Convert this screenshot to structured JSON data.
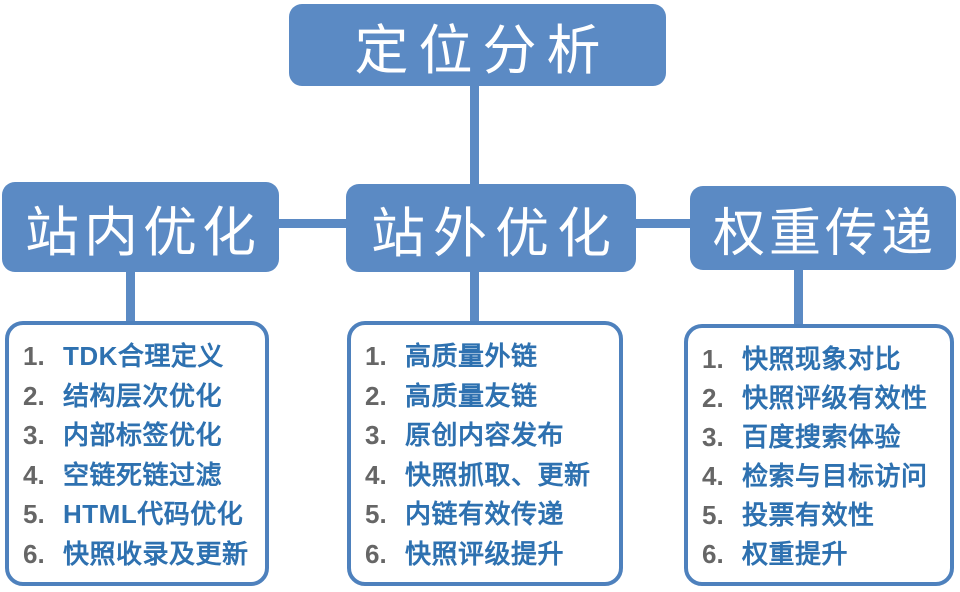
{
  "colors": {
    "node_fill": "#5B8AC4",
    "list_border": "#4E81BD",
    "item_text": "#2E71B0",
    "num_gray": "#666666"
  },
  "diagram": {
    "root": {
      "label": "定位分析"
    },
    "branches": [
      {
        "label": "站内优化"
      },
      {
        "label": "站外优化"
      },
      {
        "label": "权重传递"
      }
    ],
    "lists": [
      {
        "items": [
          {
            "num": "1.",
            "text": "TDK合理定义"
          },
          {
            "num": "2.",
            "text": "结构层次优化"
          },
          {
            "num": "3.",
            "text": "内部标签优化"
          },
          {
            "num": "4.",
            "text": "空链死链过滤"
          },
          {
            "num": "5.",
            "text": "HTML代码优化"
          },
          {
            "num": "6.",
            "text": "快照收录及更新"
          }
        ]
      },
      {
        "items": [
          {
            "num": "1.",
            "text": "高质量外链"
          },
          {
            "num": "2.",
            "text": "高质量友链"
          },
          {
            "num": "3.",
            "text": "原创内容发布"
          },
          {
            "num": "4.",
            "text": "快照抓取、更新"
          },
          {
            "num": "5.",
            "text": "内链有效传递"
          },
          {
            "num": "6.",
            "text": "快照评级提升"
          }
        ]
      },
      {
        "items": [
          {
            "num": "1.",
            "text": "快照现象对比"
          },
          {
            "num": "2.",
            "text": "快照评级有效性"
          },
          {
            "num": "3.",
            "text": "百度搜索体验"
          },
          {
            "num": "4.",
            "text": "检索与目标访问"
          },
          {
            "num": "5.",
            "text": "投票有效性"
          },
          {
            "num": "6.",
            "text": "权重提升"
          }
        ]
      }
    ]
  }
}
